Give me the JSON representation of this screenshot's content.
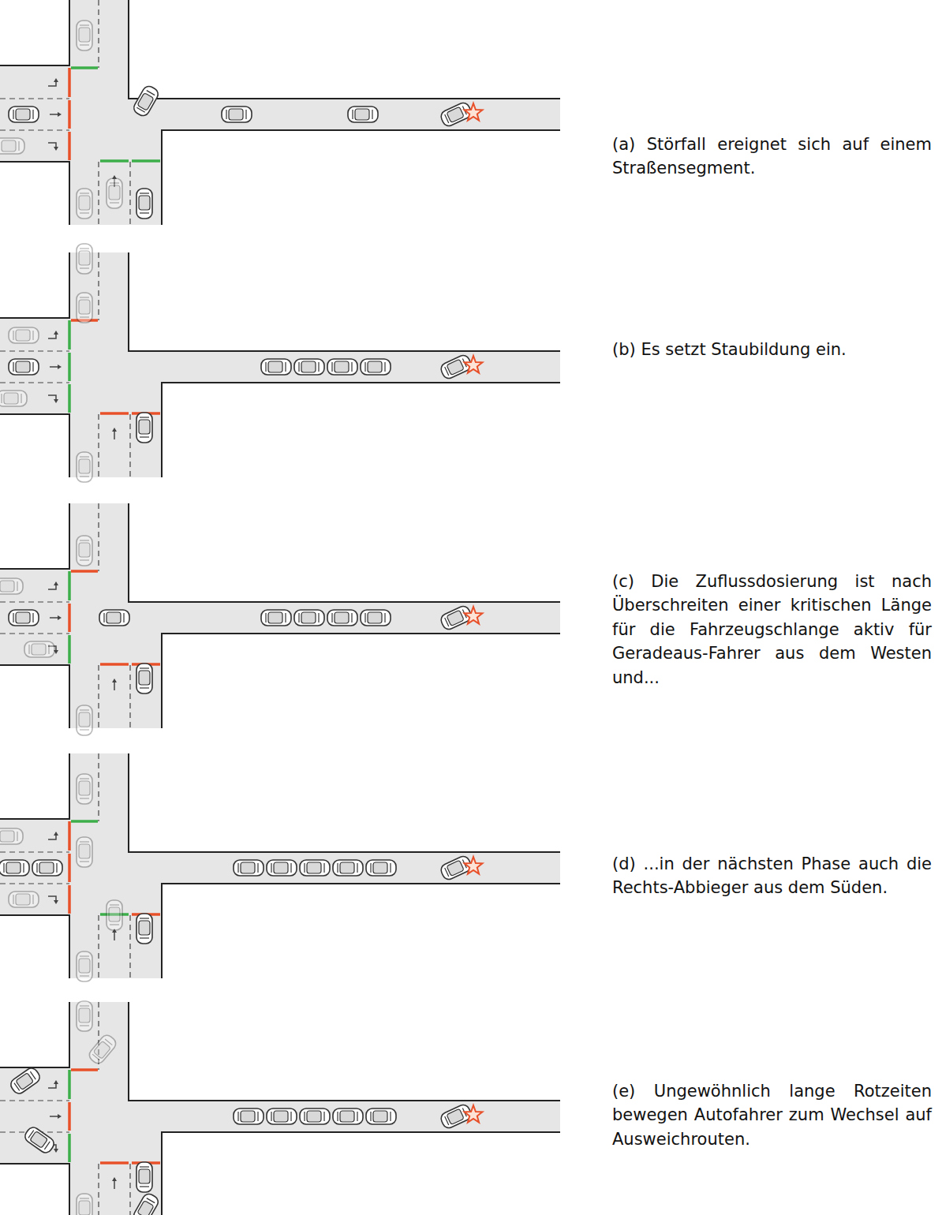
{
  "diagram": {
    "labels": [
      "(a) Störfall ereignet sich auf einem Straßensegment.",
      "(b) Es setzt Staubildung ein.",
      "(c) Die Zuflussdosierung ist nach Überschreiten einer kritischen Länge für die Fahrzeugschlange aktiv für Geradeaus-Fahrer aus dem Westen und...",
      "(d) ...in der nächsten Phase auch die Rechts-Abbieger aus dem Süden.",
      "(e) Ungewöhnlich lange Rotzeiten bewegen Autofahrer zum Wechsel auf Ausweichrouten."
    ]
  }
}
